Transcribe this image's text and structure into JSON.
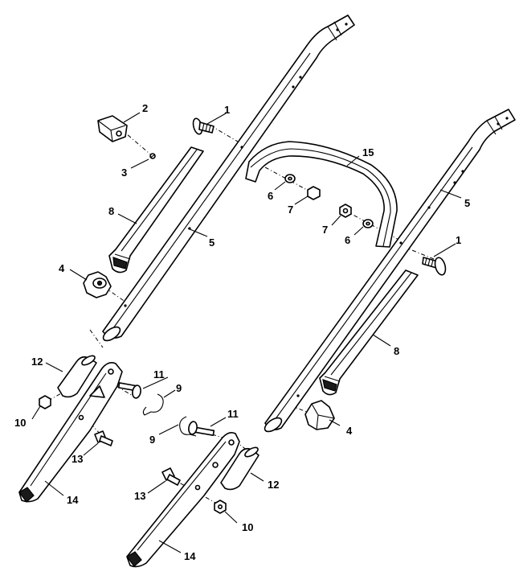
{
  "callouts": [
    {
      "id": "c1a",
      "label": "1"
    },
    {
      "id": "c1b",
      "label": "1"
    },
    {
      "id": "c2",
      "label": "2"
    },
    {
      "id": "c3",
      "label": "3"
    },
    {
      "id": "c4a",
      "label": "4"
    },
    {
      "id": "c4b",
      "label": "4"
    },
    {
      "id": "c5a",
      "label": "5"
    },
    {
      "id": "c5b",
      "label": "5"
    },
    {
      "id": "c6a",
      "label": "6"
    },
    {
      "id": "c6b",
      "label": "6"
    },
    {
      "id": "c7a",
      "label": "7"
    },
    {
      "id": "c7b",
      "label": "7"
    },
    {
      "id": "c8a",
      "label": "8"
    },
    {
      "id": "c8b",
      "label": "8"
    },
    {
      "id": "c9a",
      "label": "9"
    },
    {
      "id": "c9b",
      "label": "9"
    },
    {
      "id": "c10a",
      "label": "10"
    },
    {
      "id": "c10b",
      "label": "10"
    },
    {
      "id": "c11a",
      "label": "11"
    },
    {
      "id": "c11b",
      "label": "11"
    },
    {
      "id": "c12a",
      "label": "12"
    },
    {
      "id": "c12b",
      "label": "12"
    },
    {
      "id": "c13a",
      "label": "13"
    },
    {
      "id": "c13b",
      "label": "13"
    },
    {
      "id": "c14a",
      "label": "14"
    },
    {
      "id": "c14b",
      "label": "14"
    },
    {
      "id": "c15",
      "label": "15"
    }
  ]
}
